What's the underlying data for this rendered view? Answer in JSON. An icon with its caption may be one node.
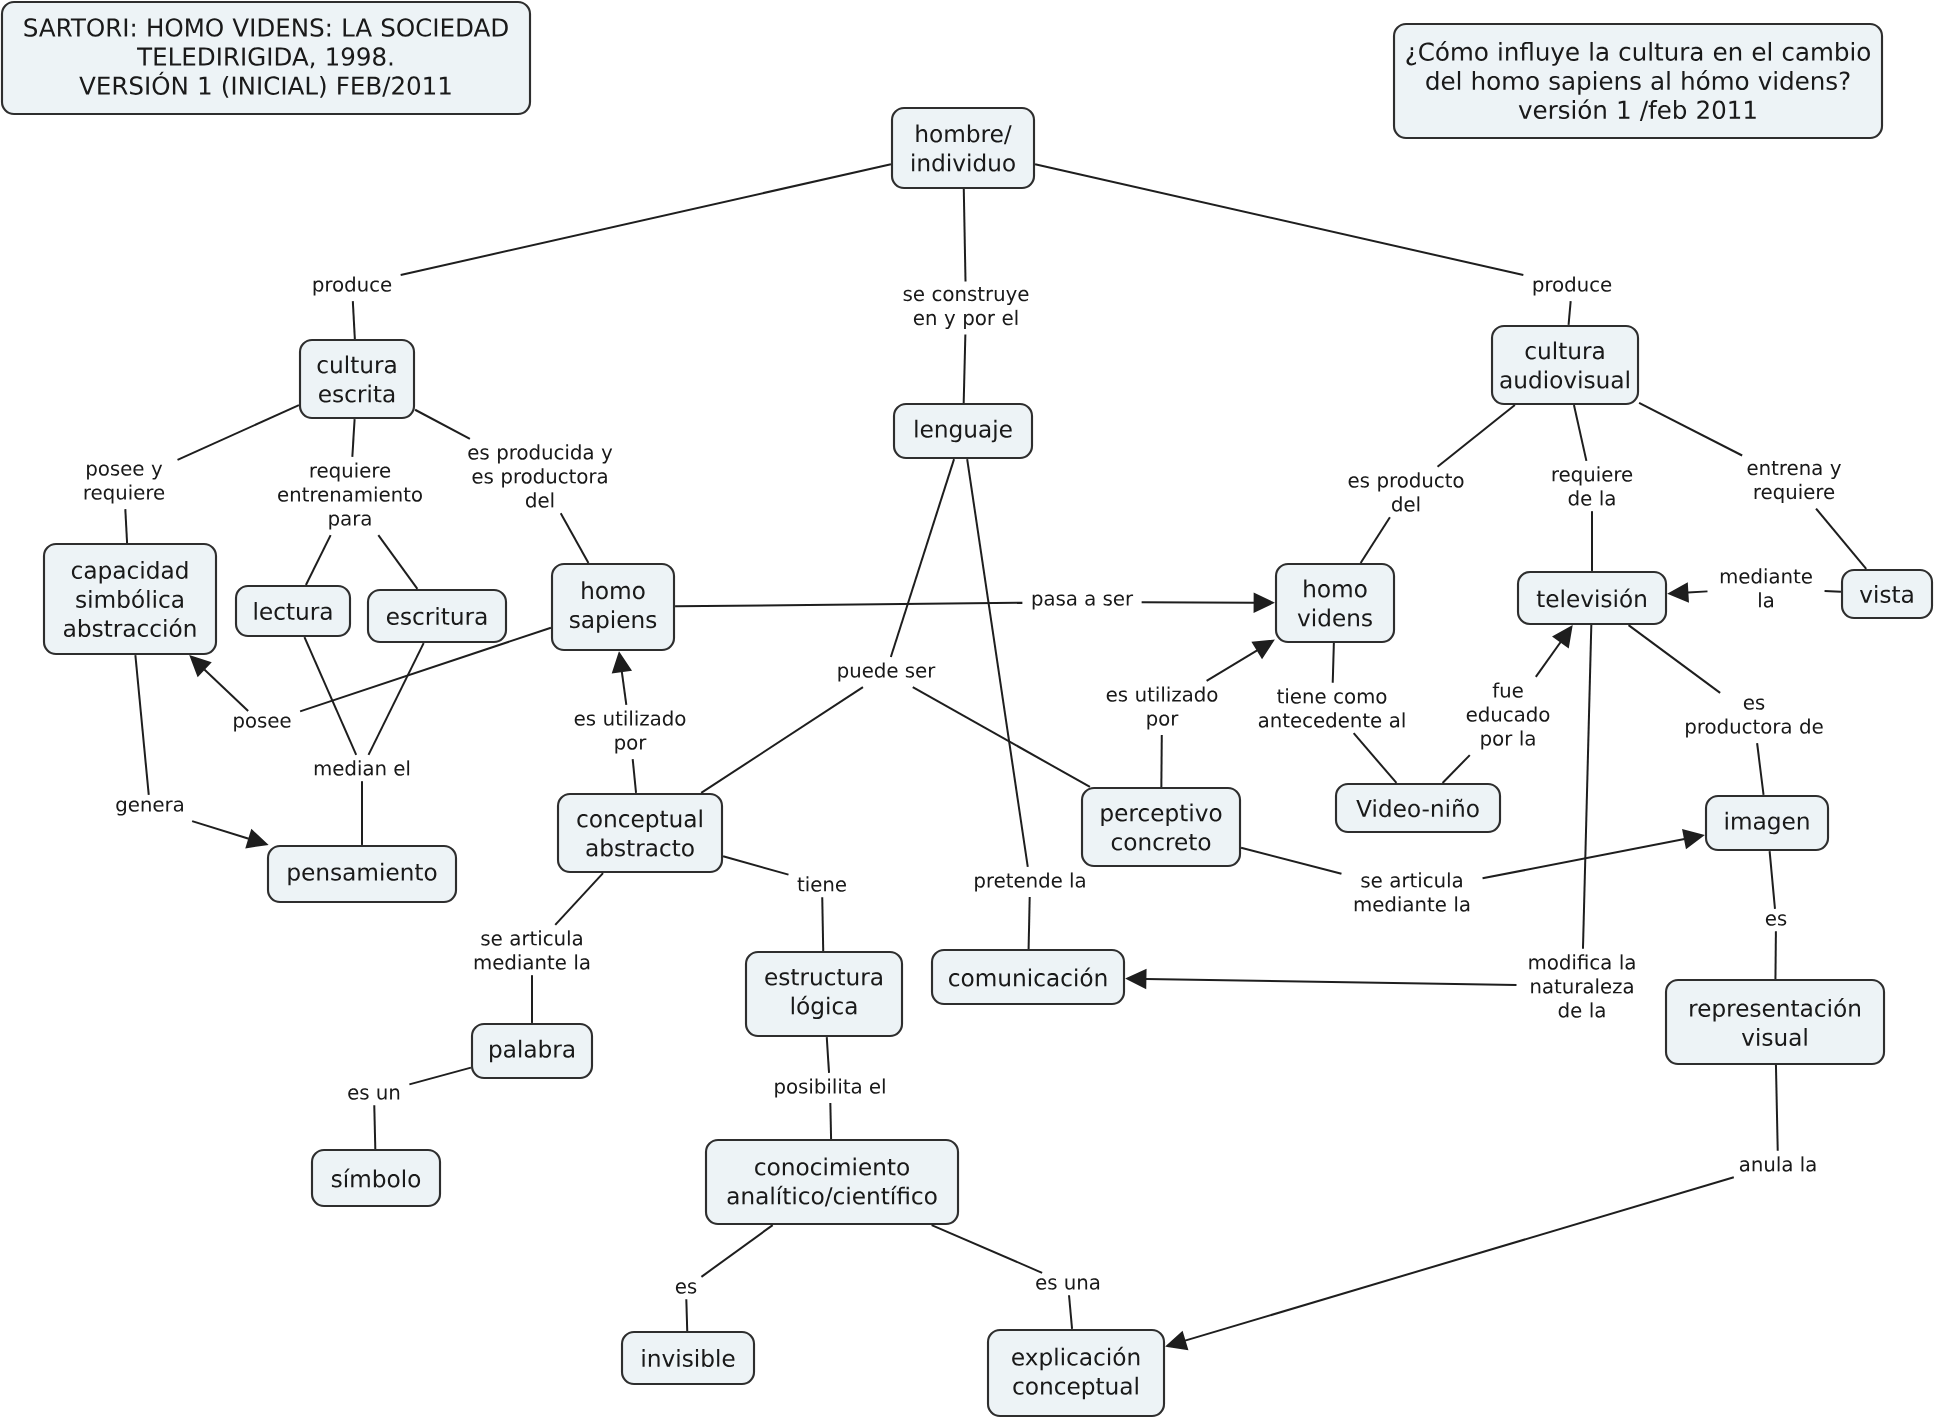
{
  "diagram": {
    "nodes": [
      {
        "text": [
          "SARTORI: HOMO VIDENS: LA SOCIEDAD TELEDIRIGIDA, 1998.",
          "VERSIÓN 1 (INICIAL) FEB/2011"
        ]
      },
      {
        "text": [
          "¿Cómo influye la cultura en el cambio del homo sapiens al hómo videns?",
          "versión 1 /feb 2011"
        ]
      },
      {
        "text": [
          "hombre/ individuo"
        ]
      },
      {
        "text": [
          "produce"
        ]
      },
      {
        "text": [
          "se construye en y por el"
        ]
      },
      {
        "text": [
          "produce"
        ]
      },
      {
        "text": [
          "cultura escrita"
        ]
      },
      {
        "text": [
          "lenguaje"
        ]
      },
      {
        "text": [
          "cultura audiovisual"
        ]
      },
      {
        "text": [
          "posee y requiere"
        ]
      },
      {
        "text": [
          "requiere entrenamiento para"
        ]
      },
      {
        "text": [
          "es producida y es productora del"
        ]
      },
      {
        "text": [
          "es producto del"
        ]
      },
      {
        "text": [
          "requiere de la"
        ]
      },
      {
        "text": [
          "entrena y requiere"
        ]
      },
      {
        "text": [
          "capacidad simbólica abstracción"
        ]
      },
      {
        "text": [
          "lectura"
        ]
      },
      {
        "text": [
          "escritura"
        ]
      },
      {
        "text": [
          "homo sapiens"
        ]
      },
      {
        "text": [
          "pasa a ser"
        ]
      },
      {
        "text": [
          "homo videns"
        ]
      },
      {
        "text": [
          "televisión"
        ]
      },
      {
        "text": [
          "mediante la"
        ]
      },
      {
        "text": [
          "vista"
        ]
      },
      {
        "text": [
          "posee"
        ]
      },
      {
        "text": [
          "median el"
        ]
      },
      {
        "text": [
          "es utilizado por"
        ]
      },
      {
        "text": [
          "puede ser"
        ]
      },
      {
        "text": [
          "es utilizado por"
        ]
      },
      {
        "text": [
          "tiene como antecedente al"
        ]
      },
      {
        "text": [
          "fue educado por la"
        ]
      },
      {
        "text": [
          "es productora de"
        ]
      },
      {
        "text": [
          "genera"
        ]
      },
      {
        "text": [
          "pensamiento"
        ]
      },
      {
        "text": [
          "conceptual abstracto"
        ]
      },
      {
        "text": [
          "perceptivo concreto"
        ]
      },
      {
        "text": [
          "Video-niño"
        ]
      },
      {
        "text": [
          "imagen"
        ]
      },
      {
        "text": [
          "se articula mediante la"
        ]
      },
      {
        "text": [
          "tiene"
        ]
      },
      {
        "text": [
          "estructura lógica"
        ]
      },
      {
        "text": [
          "pretende la"
        ]
      },
      {
        "text": [
          "comunicación"
        ]
      },
      {
        "text": [
          "se articula mediante la"
        ]
      },
      {
        "text": [
          "modifica la naturaleza de la"
        ]
      },
      {
        "text": [
          "es"
        ]
      },
      {
        "text": [
          "representación visual"
        ]
      },
      {
        "text": [
          "palabra"
        ]
      },
      {
        "text": [
          "es un"
        ]
      },
      {
        "text": [
          "posibilita el"
        ]
      },
      {
        "text": [
          "anula la"
        ]
      },
      {
        "text": [
          "símbolo"
        ]
      },
      {
        "text": [
          "conocimiento analítico/científico"
        ]
      },
      {
        "text": [
          "es"
        ]
      },
      {
        "text": [
          "es una"
        ]
      },
      {
        "text": [
          "invisible"
        ]
      },
      {
        "text": [
          "explicación conceptual"
        ]
      }
    ],
    "edges": [
      {
        "from": 2,
        "to": 3,
        "arrow": "none"
      },
      {
        "from": 3,
        "to": 6,
        "arrow": "none"
      },
      {
        "from": 2,
        "to": 4,
        "arrow": "none"
      },
      {
        "from": 4,
        "to": 7,
        "arrow": "none"
      },
      {
        "from": 2,
        "to": 5,
        "arrow": "none"
      },
      {
        "from": 5,
        "to": 8,
        "arrow": "none"
      },
      {
        "from": 6,
        "to": 9,
        "arrow": "none"
      },
      {
        "from": 9,
        "to": 15,
        "arrow": "none"
      },
      {
        "from": 6,
        "to": 10,
        "arrow": "none"
      },
      {
        "from": 10,
        "to": 16,
        "arrow": "none"
      },
      {
        "from": 10,
        "to": 17,
        "arrow": "none"
      },
      {
        "from": 6,
        "to": 11,
        "arrow": "none"
      },
      {
        "from": 11,
        "to": 18,
        "arrow": "none"
      },
      {
        "from": 8,
        "to": 12,
        "arrow": "none"
      },
      {
        "from": 12,
        "to": 20,
        "arrow": "none"
      },
      {
        "from": 8,
        "to": 13,
        "arrow": "none"
      },
      {
        "from": 13,
        "to": 21,
        "arrow": "none"
      },
      {
        "from": 8,
        "to": 14,
        "arrow": "none"
      },
      {
        "from": 14,
        "to": 23,
        "arrow": "none"
      },
      {
        "from": 23,
        "to": 22,
        "arrow": "none"
      },
      {
        "from": 22,
        "to": 21,
        "arrow": "to"
      },
      {
        "from": 18,
        "to": 19,
        "arrow": "none"
      },
      {
        "from": 19,
        "to": 20,
        "arrow": "to"
      },
      {
        "from": 18,
        "to": 24,
        "arrow": "none"
      },
      {
        "from": 24,
        "to": 15,
        "arrow": "to"
      },
      {
        "from": 16,
        "to": 25,
        "arrow": "none"
      },
      {
        "from": 17,
        "to": 25,
        "arrow": "none"
      },
      {
        "from": 25,
        "to": 33,
        "arrow": "none"
      },
      {
        "from": 15,
        "to": 32,
        "arrow": "none"
      },
      {
        "from": 32,
        "to": 33,
        "arrow": "to"
      },
      {
        "from": 7,
        "to": 27,
        "arrow": "none"
      },
      {
        "from": 27,
        "to": 34,
        "arrow": "none"
      },
      {
        "from": 27,
        "to": 35,
        "arrow": "none"
      },
      {
        "from": 34,
        "to": 26,
        "arrow": "none"
      },
      {
        "from": 26,
        "to": 18,
        "arrow": "to"
      },
      {
        "from": 35,
        "to": 28,
        "arrow": "none"
      },
      {
        "from": 28,
        "to": 20,
        "arrow": "to"
      },
      {
        "from": 20,
        "to": 29,
        "arrow": "none"
      },
      {
        "from": 29,
        "to": 36,
        "arrow": "none"
      },
      {
        "from": 36,
        "to": 30,
        "arrow": "none"
      },
      {
        "from": 30,
        "to": 21,
        "arrow": "to"
      },
      {
        "from": 21,
        "to": 31,
        "arrow": "none"
      },
      {
        "from": 31,
        "to": 37,
        "arrow": "none"
      },
      {
        "from": 37,
        "to": 45,
        "arrow": "none"
      },
      {
        "from": 45,
        "to": 46,
        "arrow": "none"
      },
      {
        "from": 21,
        "to": 44,
        "arrow": "none"
      },
      {
        "from": 44,
        "to": 42,
        "arrow": "to"
      },
      {
        "from": 7,
        "to": 41,
        "arrow": "none"
      },
      {
        "from": 41,
        "to": 42,
        "arrow": "none"
      },
      {
        "from": 35,
        "to": 43,
        "arrow": "none"
      },
      {
        "from": 43,
        "to": 37,
        "arrow": "to"
      },
      {
        "from": 34,
        "to": 39,
        "arrow": "none"
      },
      {
        "from": 39,
        "to": 40,
        "arrow": "none"
      },
      {
        "from": 34,
        "to": 38,
        "arrow": "none"
      },
      {
        "from": 38,
        "to": 47,
        "arrow": "none"
      },
      {
        "from": 47,
        "to": 48,
        "arrow": "none"
      },
      {
        "from": 48,
        "to": 51,
        "arrow": "none"
      },
      {
        "from": 40,
        "to": 49,
        "arrow": "none"
      },
      {
        "from": 49,
        "to": 52,
        "arrow": "none"
      },
      {
        "from": 52,
        "to": 53,
        "arrow": "none"
      },
      {
        "from": 53,
        "to": 55,
        "arrow": "none"
      },
      {
        "from": 52,
        "to": 54,
        "arrow": "none"
      },
      {
        "from": 54,
        "to": 56,
        "arrow": "none"
      },
      {
        "from": 46,
        "to": 50,
        "arrow": "none"
      },
      {
        "from": 50,
        "to": 56,
        "arrow": "to"
      }
    ]
  }
}
